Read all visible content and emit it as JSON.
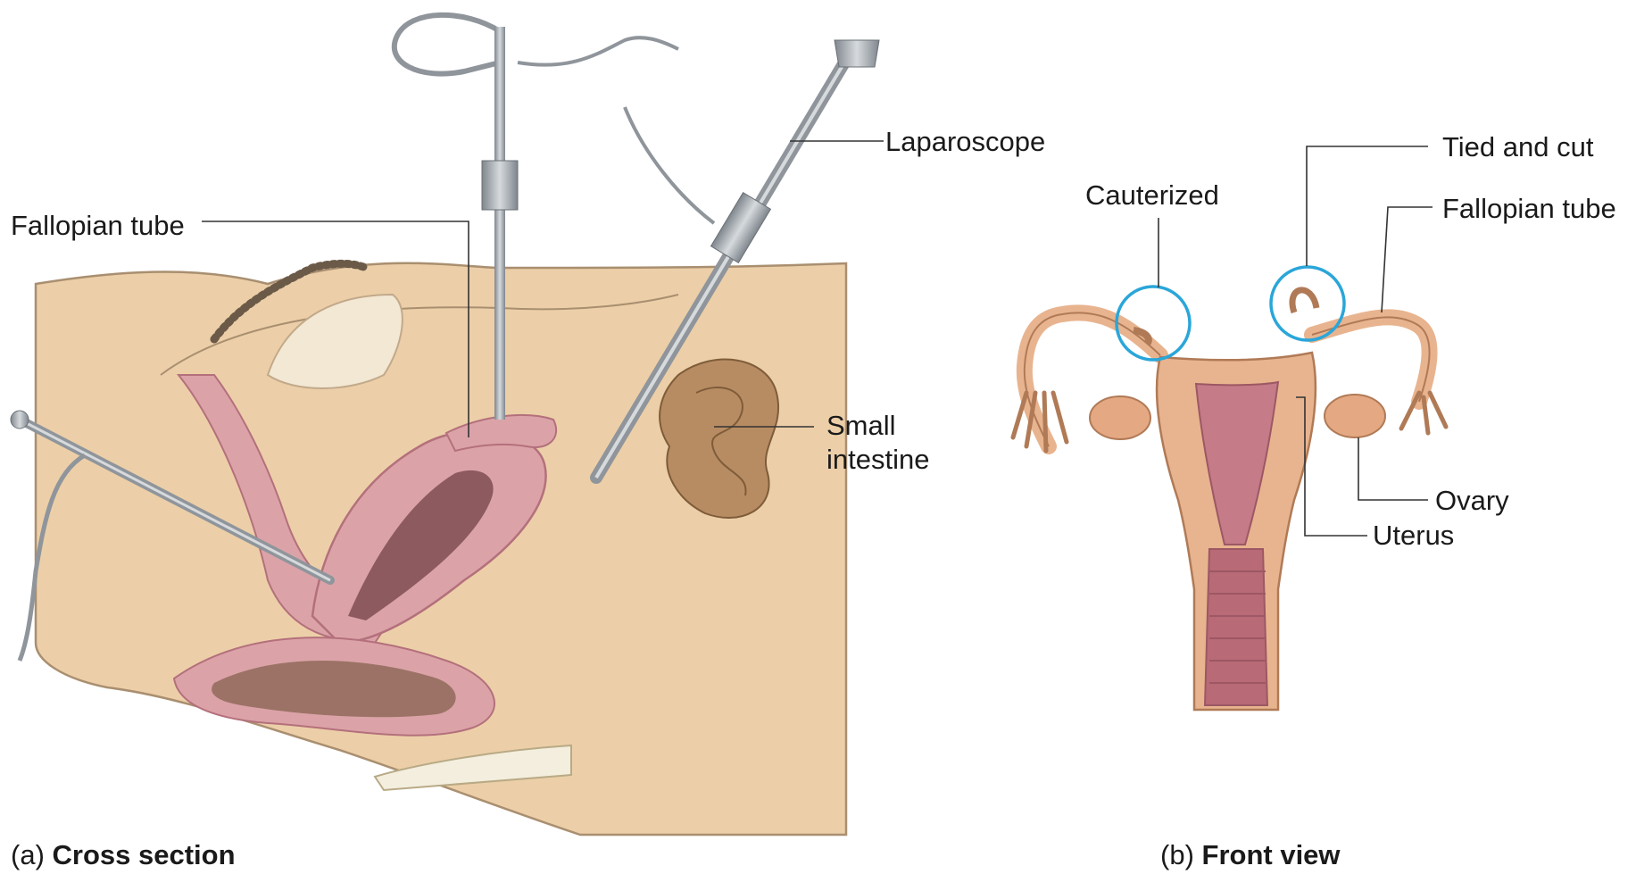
{
  "panel_a": {
    "caption_prefix": "(a)",
    "caption_title": "Cross section",
    "labels": {
      "fallopian_tube": "Fallopian tube",
      "laparoscope": "Laparoscope",
      "small_intestine_line1": "Small",
      "small_intestine_line2": "intestine"
    }
  },
  "panel_b": {
    "caption_prefix": "(b)",
    "caption_title": "Front view",
    "labels": {
      "cauterized": "Cauterized",
      "tied_and_cut": "Tied and cut",
      "fallopian_tube": "Fallopian tube",
      "ovary": "Ovary",
      "uterus": "Uterus"
    }
  },
  "colors": {
    "skin": "#eccfa8",
    "skin_outline": "#a98f70",
    "organ_pink": "#dba3a8",
    "organ_dark": "#b4707c",
    "cavity": "#8d5a60",
    "instrument": "#9aa0a6",
    "intestine": "#b88c62",
    "uterus_tissue": "#e8b48f",
    "highlight_circle": "#2aa6d9"
  }
}
